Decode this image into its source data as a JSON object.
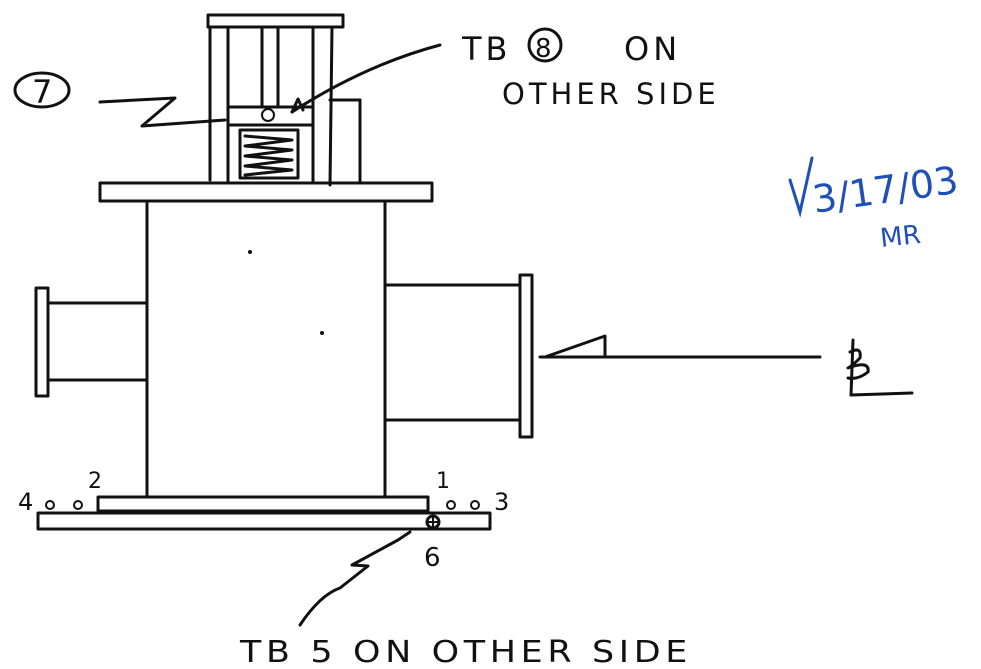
{
  "labels": {
    "callout_7": "7",
    "tb8_prefix": "TB",
    "tb8_number": "8",
    "tb8_suffix": "ON",
    "tb8_line2": "OTHER SIDE",
    "tb5": "TB 5  ON  OTHER SIDE",
    "centerline": "CL",
    "signoff_date": "3/17/03",
    "signoff_initials": "MR"
  },
  "points": {
    "p1": "1",
    "p2": "2",
    "p3": "3",
    "p4": "4",
    "p6": "6"
  },
  "colors": {
    "ink": "#111111",
    "signoff_ink": "#1f4fb8"
  }
}
